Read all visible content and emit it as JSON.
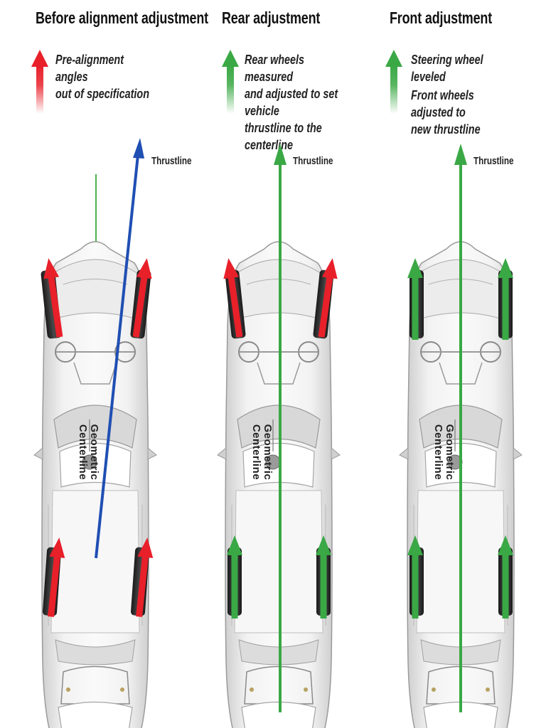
{
  "colors": {
    "red_arrow": "#e8202a",
    "green_arrow": "#3aa845",
    "blue_thrustline": "#1f4fb3",
    "centerline": "#4cb050"
  },
  "panels": [
    {
      "title": "Before alignment adjustment",
      "legend": {
        "arrow_color": "red",
        "notes": [
          "Pre-alignment angles\nout of specification"
        ]
      },
      "thrustline_label": "Thrustline",
      "centerline_label": "Geometric\nCenterline"
    },
    {
      "title": "Rear adjustment",
      "legend": {
        "arrow_color": "green",
        "notes": [
          "Rear wheels measured\nand adjusted to set vehicle\nthrustline to the centerline"
        ]
      },
      "thrustline_label": "Thrustline",
      "centerline_label": "Geometric\nCenterline"
    },
    {
      "title": "Front adjustment",
      "legend": {
        "arrow_color": "green",
        "notes": [
          "Steering wheel leveled",
          "Front wheels adjusted to\nnew thrustline"
        ]
      },
      "thrustline_label": "Thrustline",
      "centerline_label": "Geometric\nCenterline"
    }
  ]
}
